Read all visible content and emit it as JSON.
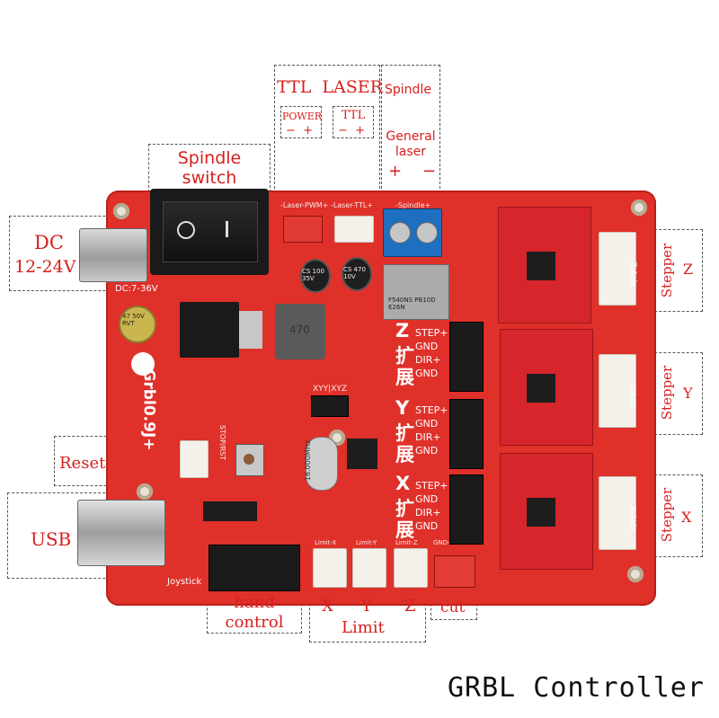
{
  "caption": "GRBL Controller",
  "labels": {
    "ttl_laser": "TTL  LASER",
    "spindle_top": "Spindle",
    "power": "POWER",
    "power_polarity": "−  +",
    "ttl": "TTL",
    "ttl_polarity": "−  +",
    "general_laser": "General\nlaser",
    "gl_polarity": "+    −",
    "spindle_switch": "Spindle\nswitch",
    "dc": "DC",
    "dc_voltage": "12-24V",
    "reset": "Reset",
    "usb": "USB",
    "hand_control": "hand\ncontrol",
    "limit_x": "X",
    "limit_y": "Y",
    "limit_z": "Z",
    "limit": "Limit",
    "cut": "cut",
    "stepper_z": "Stepper",
    "stepper_y": "Stepper",
    "stepper_x": "Stepper",
    "axis_z": "Z",
    "axis_y": "Y",
    "axis_x": "X"
  },
  "board_silk": {
    "board_name": "Grbl0.9J+",
    "dc_rating": "DC:7-36V",
    "stop_rst": "STOP/RST",
    "joystick": "Joystick",
    "laser_conn": "-Laser-PWM+",
    "ttl_conn": "-Laser-TTL+",
    "spindle_conn": "-Spindle+",
    "gnd_z": "GND-Z",
    "limit_y_silk": "Limit-Y",
    "limit_x_silk": "Limit-X",
    "limit_z_silk": "Limit-Z",
    "xyy_xyz": "XYY|XYZ",
    "crystal": "16.000MHz",
    "cap_left": "47 50V RVT",
    "cap_mid": "CS 100 35V",
    "cap_right": "CS 470 10V",
    "mosfet": "F540NS PB10D E26N",
    "z_axis_silk": "Z-Axis",
    "y_axis_silk": "Y-Axis",
    "x_axis_silk": "X-Axis",
    "inductor": "470"
  },
  "expansion_headers": [
    {
      "chars": [
        "Z",
        "扩",
        "展"
      ],
      "pins": [
        "STEP+",
        "GND",
        "DIR+",
        "GND"
      ]
    },
    {
      "chars": [
        "Y",
        "扩",
        "展"
      ],
      "pins": [
        "STEP+",
        "GND",
        "DIR+",
        "GND"
      ]
    },
    {
      "chars": [
        "X",
        "扩",
        "展"
      ],
      "pins": [
        "STEP+",
        "GND",
        "DIR+",
        "GND"
      ]
    }
  ],
  "colors": {
    "label_red": "#d81e1e",
    "board_red": "#e0302a",
    "caption": "#111111"
  }
}
